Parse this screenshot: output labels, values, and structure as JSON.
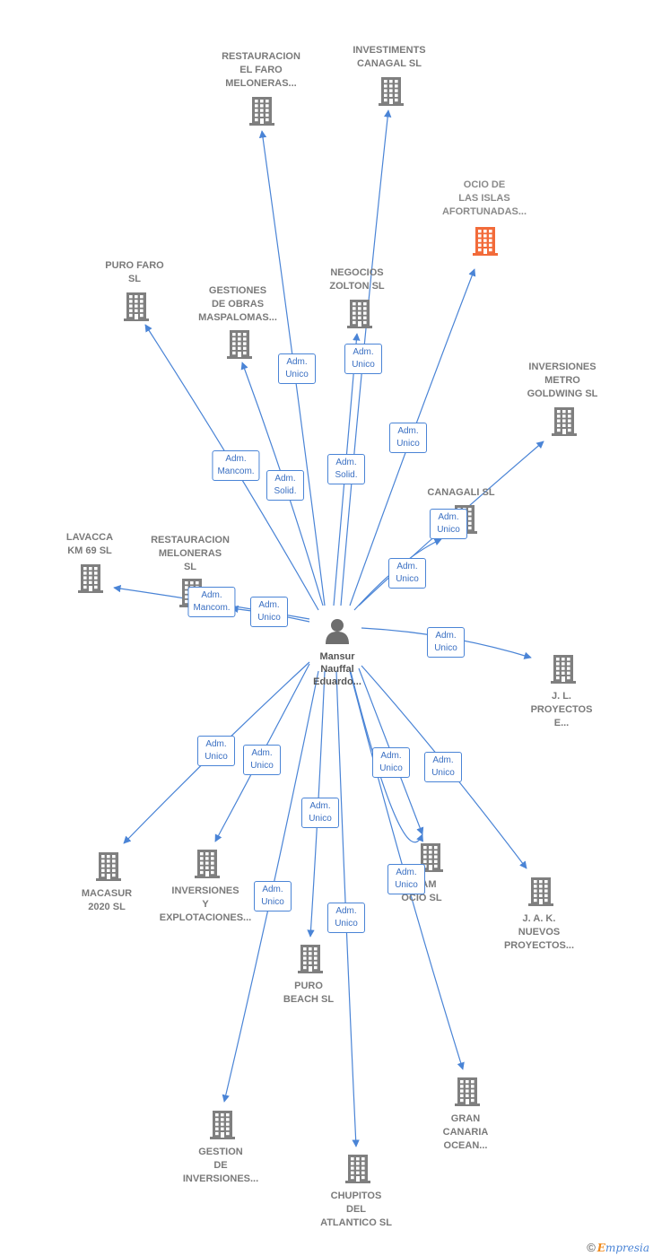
{
  "colors": {
    "edge": "#4a84d6",
    "building": "#7f7f7f",
    "highlight_building": "#f26b3a",
    "person": "#6e6e6e"
  },
  "person": {
    "name": "Mansur\nNauffal\nEduardo...",
    "icon": "person-icon"
  },
  "companies": [
    {
      "id": "restauracion-el-faro",
      "label": "RESTAURACION\nEL FARO\nMELONERAS...",
      "highlight": false
    },
    {
      "id": "investiments-canagal",
      "label": "INVESTIMENTS\nCANAGAL  SL",
      "highlight": false
    },
    {
      "id": "ocio-islas",
      "label": "OCIO DE\nLAS ISLAS\nAFORTUNADAS...",
      "highlight": true
    },
    {
      "id": "puro-faro",
      "label": "PURO FARO\nSL",
      "highlight": false
    },
    {
      "id": "gestiones-obras",
      "label": "GESTIONES\nDE OBRAS\nMASPALOMAS...",
      "highlight": false
    },
    {
      "id": "negocios-zolton",
      "label": "NEGOCIOS\nZOLTON  SL",
      "highlight": false
    },
    {
      "id": "inversiones-metro",
      "label": "INVERSIONES\nMETRO\nGOLDWING  SL",
      "highlight": false
    },
    {
      "id": "canagali",
      "label": "CANAGALI  SL",
      "highlight": false
    },
    {
      "id": "lavacca",
      "label": "LAVACCA\nKM 69  SL",
      "highlight": false
    },
    {
      "id": "restauracion-meloneras",
      "label": "RESTAURACION\nMELONERAS\nSL",
      "highlight": false
    },
    {
      "id": "jl-proyectos",
      "label": "J. L.\nPROYECTOS\nE...",
      "highlight": false
    },
    {
      "id": "macasur",
      "label": "MACASUR\n2020  SL",
      "highlight": false
    },
    {
      "id": "inversiones-explotaciones",
      "label": "INVERSIONES\nY\nEXPLOTACIONES...",
      "highlight": false
    },
    {
      "id": "kham-ocio",
      "label": "KHAM\nOCIO  SL",
      "highlight": false
    },
    {
      "id": "jak-nuevos",
      "label": "J.  A. K.\nNUEVOS\nPROYECTOS...",
      "highlight": false
    },
    {
      "id": "puro-beach",
      "label": "PURO\nBEACH  SL",
      "highlight": false
    },
    {
      "id": "gestion-inversiones",
      "label": "GESTION\nDE\nINVERSIONES...",
      "highlight": false
    },
    {
      "id": "gran-canaria-ocean",
      "label": "GRAN\nCANARIA\nOCEAN...",
      "highlight": false
    },
    {
      "id": "chupitos-atlantico",
      "label": "CHUPITOS\nDEL\nATLANTICO SL",
      "highlight": false
    }
  ],
  "relations": [
    {
      "to": "restauracion-el-faro",
      "label": "Adm.\nUnico"
    },
    {
      "to": "investiments-canagal",
      "label": "Adm.\nUnico"
    },
    {
      "to": "ocio-islas",
      "label": "Adm.\nUnico"
    },
    {
      "to": "puro-faro",
      "label": "Adm.\nMancom."
    },
    {
      "to": "gestiones-obras",
      "label": "Adm.\nSolid."
    },
    {
      "to": "negocios-zolton",
      "label": "Adm.\nSolid."
    },
    {
      "to": "inversiones-metro",
      "label": "Adm.\nUnico"
    },
    {
      "to": "canagali",
      "label": "Adm.\nUnico"
    },
    {
      "to": "lavacca",
      "label": "Adm.\nMancom."
    },
    {
      "to": "restauracion-meloneras",
      "label": "Adm.\nUnico"
    },
    {
      "to": "jl-proyectos",
      "label": "Adm.\nUnico"
    },
    {
      "to": "macasur",
      "label": "Adm.\nUnico"
    },
    {
      "to": "inversiones-explotaciones",
      "label": "Adm.\nUnico"
    },
    {
      "to": "kham-ocio",
      "label": "Adm.\nUnico"
    },
    {
      "to": "jak-nuevos",
      "label": "Adm.\nUnico"
    },
    {
      "to": "puro-beach",
      "label": "Adm.\nUnico"
    },
    {
      "to": "gestion-inversiones",
      "label": "Adm.\nUnico"
    },
    {
      "to": "gran-canaria-ocean",
      "label": "Adm.\nUnico"
    },
    {
      "to": "chupitos-atlantico",
      "label": "Adm.\nUnico"
    },
    {
      "to": "kham-ocio",
      "label": "Adm.\nUnico"
    }
  ],
  "brand": {
    "copyright": "©",
    "initial": "E",
    "rest": "mpresia"
  }
}
